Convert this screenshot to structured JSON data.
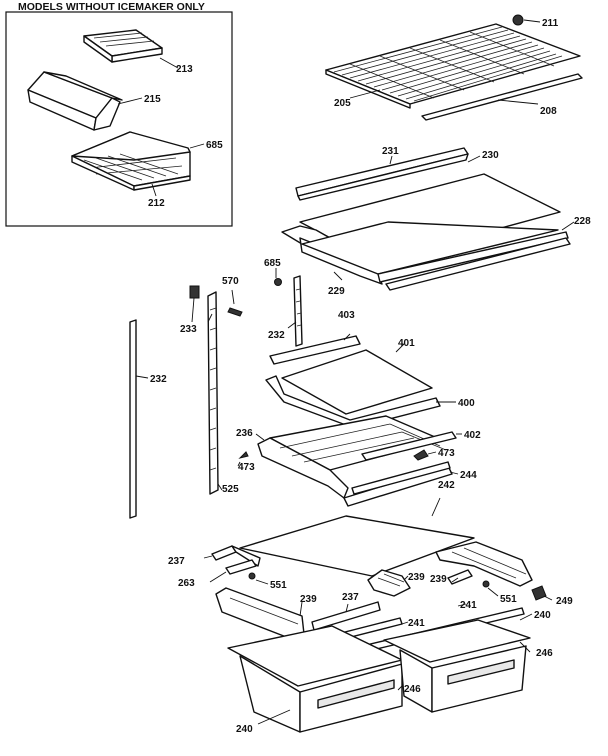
{
  "inset": {
    "title": "MODELS WITHOUT ICEMAKER ONLY"
  },
  "labels": {
    "p211": "211",
    "p205": "205",
    "p208": "208",
    "p213": "213",
    "p215": "215",
    "p685a": "685",
    "p212": "212",
    "p231": "231",
    "p230": "230",
    "p228": "228",
    "p229": "229",
    "p685b": "685",
    "p570": "570",
    "p233": "233",
    "p232a": "232",
    "p232b": "232",
    "p403": "403",
    "p401": "401",
    "p400": "400",
    "p236": "236",
    "p402": "402",
    "p473a": "473",
    "p473b": "473",
    "p244": "244",
    "p525": "525",
    "p242": "242",
    "p237a": "237",
    "p263": "263",
    "p551a": "551",
    "p239a": "239",
    "p239b": "239",
    "p239c": "239",
    "p237b": "237",
    "p241a": "241",
    "p241b": "241",
    "p551b": "551",
    "p249": "249",
    "p240a": "240",
    "p246a": "246",
    "p246b": "246",
    "p240b": "240"
  }
}
